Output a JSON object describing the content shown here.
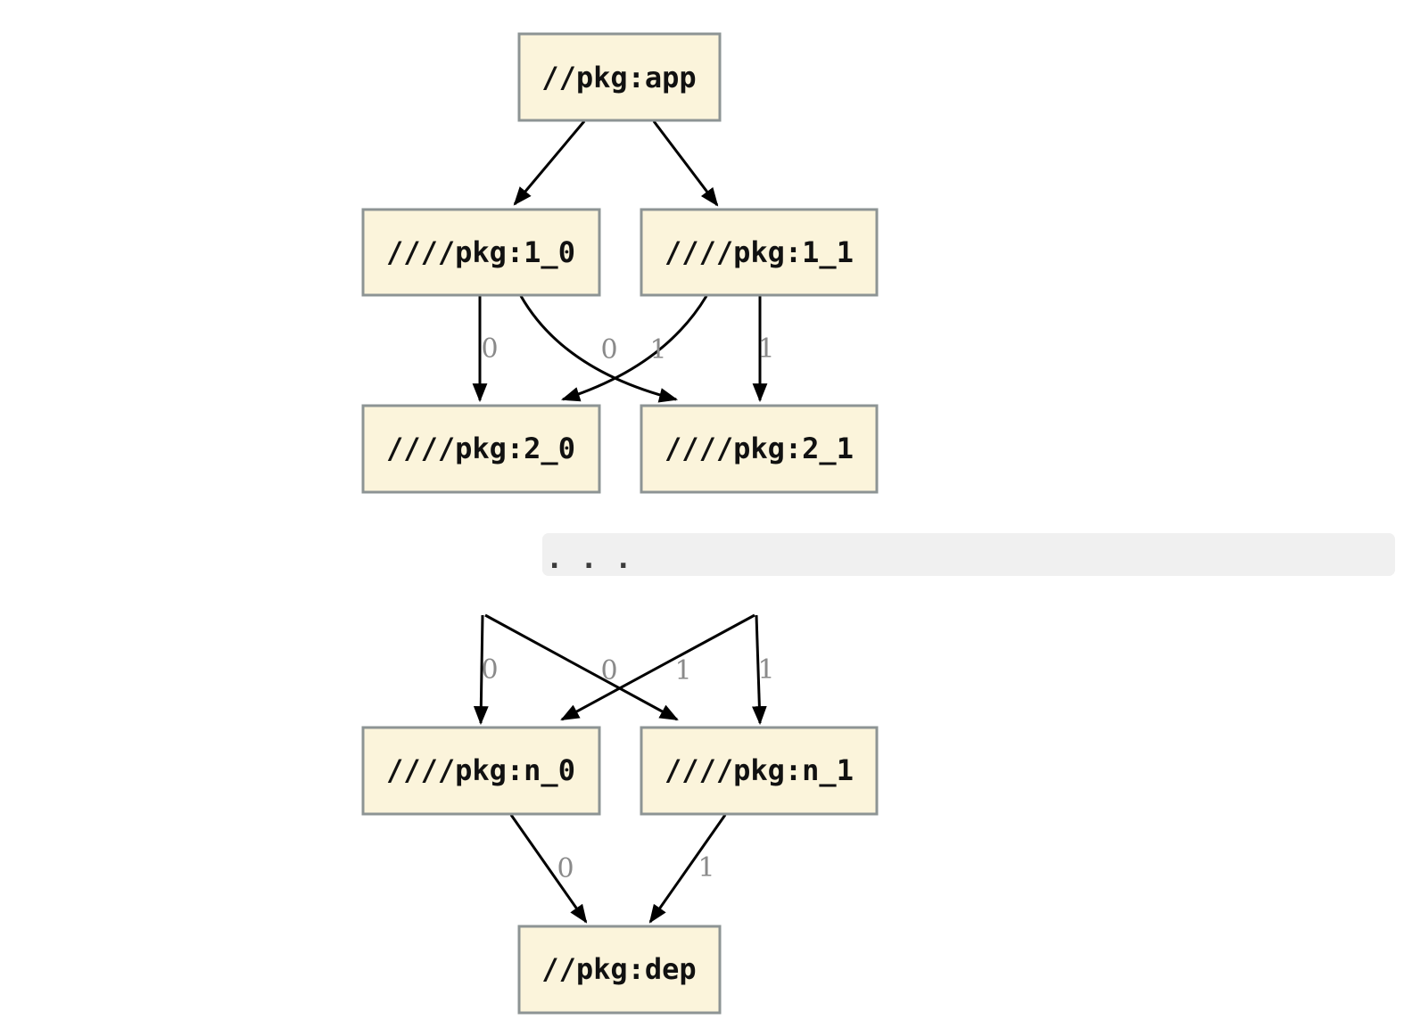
{
  "figure": {
    "kind": "package-dependency-graph",
    "background": "#FFFFFF"
  },
  "colors": {
    "node_fill": "#FBF4DB",
    "node_border": "#8D9494",
    "node_text": "#111111",
    "edge": "#000000",
    "edge_label": "#8A8A8A",
    "elide_band_background": "#F0F0F0",
    "elide_dots": "#3C3C3C"
  },
  "graph": {
    "nodes": [
      {
        "id": "app",
        "label": "//pkg:app"
      },
      {
        "id": "1_0",
        "label": "////pkg:1_0"
      },
      {
        "id": "1_1",
        "label": "////pkg:1_1"
      },
      {
        "id": "2_0",
        "label": "////pkg:2_0"
      },
      {
        "id": "2_1",
        "label": "////pkg:2_1"
      },
      {
        "id": "n_0",
        "label": "////pkg:n_0"
      },
      {
        "id": "n_1",
        "label": "////pkg:n_1"
      },
      {
        "id": "dep",
        "label": "//pkg:dep"
      }
    ],
    "ellipsis": ". . .",
    "edges": [
      {
        "from": "//pkg:app",
        "to": "////pkg:1_0",
        "label": ""
      },
      {
        "from": "//pkg:app",
        "to": "////pkg:1_1",
        "label": ""
      },
      {
        "from": "////pkg:1_0",
        "to": "////pkg:2_0",
        "label": "0"
      },
      {
        "from": "////pkg:1_0",
        "to": "////pkg:2_1",
        "label": "1"
      },
      {
        "from": "////pkg:1_1",
        "to": "////pkg:2_0",
        "label": "0"
      },
      {
        "from": "////pkg:1_1",
        "to": "////pkg:2_1",
        "label": "1"
      },
      {
        "from": "…",
        "to": "////pkg:n_0",
        "label": "0"
      },
      {
        "from": "…",
        "to": "////pkg:n_1",
        "label": "1"
      },
      {
        "from": "…",
        "to": "////pkg:n_0",
        "label": "0"
      },
      {
        "from": "…",
        "to": "////pkg:n_1",
        "label": "1"
      },
      {
        "from": "////pkg:n_0",
        "to": "//pkg:dep",
        "label": "0"
      },
      {
        "from": "////pkg:n_1",
        "to": "//pkg:dep",
        "label": "1"
      }
    ]
  }
}
